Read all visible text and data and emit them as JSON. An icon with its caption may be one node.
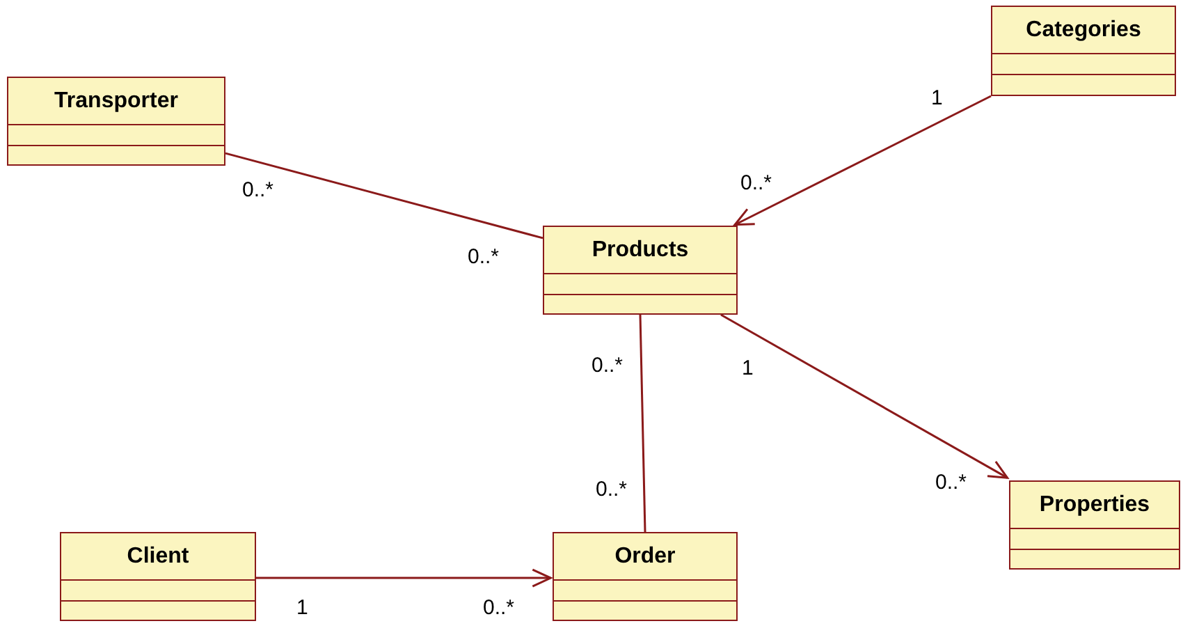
{
  "diagram": {
    "nodes": [
      {
        "text": [
          "Transporter"
        ]
      },
      {
        "text": [
          "Categories"
        ]
      },
      {
        "text": [
          "Products"
        ]
      },
      {
        "text": [
          "Client"
        ]
      },
      {
        "text": [
          "Order"
        ]
      },
      {
        "text": [
          "Properties"
        ]
      }
    ],
    "edges": [
      {
        "from": 0,
        "to": 2,
        "arrow": "none"
      },
      {
        "from": 1,
        "to": 2,
        "arrow": "to"
      },
      {
        "from": 2,
        "to": 4,
        "arrow": "none"
      },
      {
        "from": 2,
        "to": 5,
        "arrow": "to"
      },
      {
        "from": 3,
        "to": 4,
        "arrow": "to"
      }
    ],
    "labels": [
      "1",
      "0..*",
      "0..*",
      "0..*",
      "0..*",
      "1",
      "0..*",
      "0..*",
      "1",
      "0..*"
    ]
  }
}
